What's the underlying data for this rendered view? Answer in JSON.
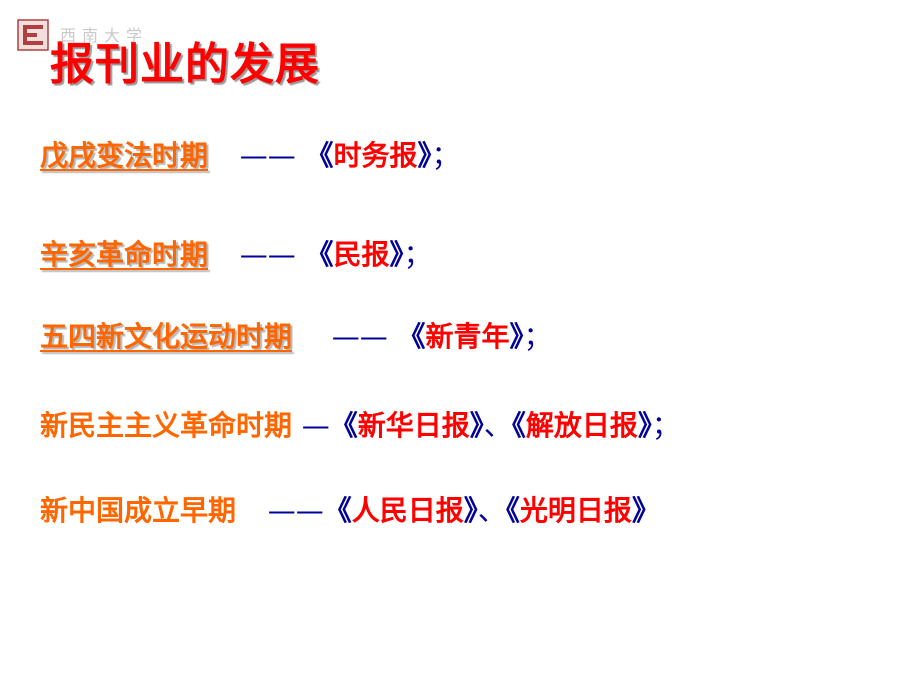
{
  "title": "报刊业的发展",
  "watermark": "西南大学",
  "rows": [
    {
      "period": "戊戌变法时期",
      "dash": "——",
      "papers": [
        "时务报"
      ],
      "separator": "、",
      "end": "；"
    },
    {
      "period": "辛亥革命时期",
      "dash": "——",
      "papers": [
        "民报"
      ],
      "separator": "、",
      "end": "；"
    },
    {
      "period": "五四新文化运动时期",
      "dash": "——",
      "papers": [
        "新青年"
      ],
      "separator": "、",
      "end": "；"
    },
    {
      "period": "新民主主义革命时期",
      "dash": "—",
      "papers": [
        "新华日报",
        "解放日报"
      ],
      "separator": "、",
      "end": "；"
    },
    {
      "period": "新中国成立早期",
      "dash": "——",
      "papers": [
        "人民日报",
        "光明日报"
      ],
      "separator": "、",
      "end": ""
    }
  ],
  "colors": {
    "title": "#ff0000",
    "period": "#ff6600",
    "paper": "#ff0000",
    "punct": "#000099"
  }
}
